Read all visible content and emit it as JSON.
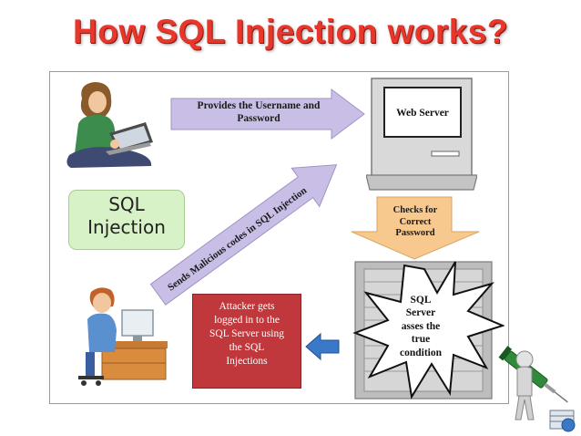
{
  "title": "How SQL Injection works?",
  "labels": {
    "provides": [
      "Provides the Username and",
      "Password"
    ],
    "web_server": "Web Server",
    "sends": "Sends Malicious codes in SQL Injection",
    "checks": [
      "Checks for",
      "Correct",
      "Password"
    ],
    "sql_injection": [
      "SQL",
      "Injection"
    ],
    "sql_server": [
      "SQL",
      "Server",
      "asses the",
      "true",
      "condition"
    ],
    "attacker": [
      "Attacker gets",
      "logged in to the",
      "SQL Server using",
      "the SQL",
      "Injections"
    ]
  },
  "colors": {
    "title": "#e8362b",
    "purple_arrow": "#c9bfe6",
    "orange_arrow": "#f7c98e",
    "blue_arrow": "#3a78c8",
    "red_box": "#c0383c",
    "green_box": "#d8f2c8"
  },
  "icons": [
    "user-laptop-icon",
    "attacker-desk-icon",
    "computer-monitor-icon",
    "server-rack-icon",
    "injection-mascot-icon"
  ]
}
